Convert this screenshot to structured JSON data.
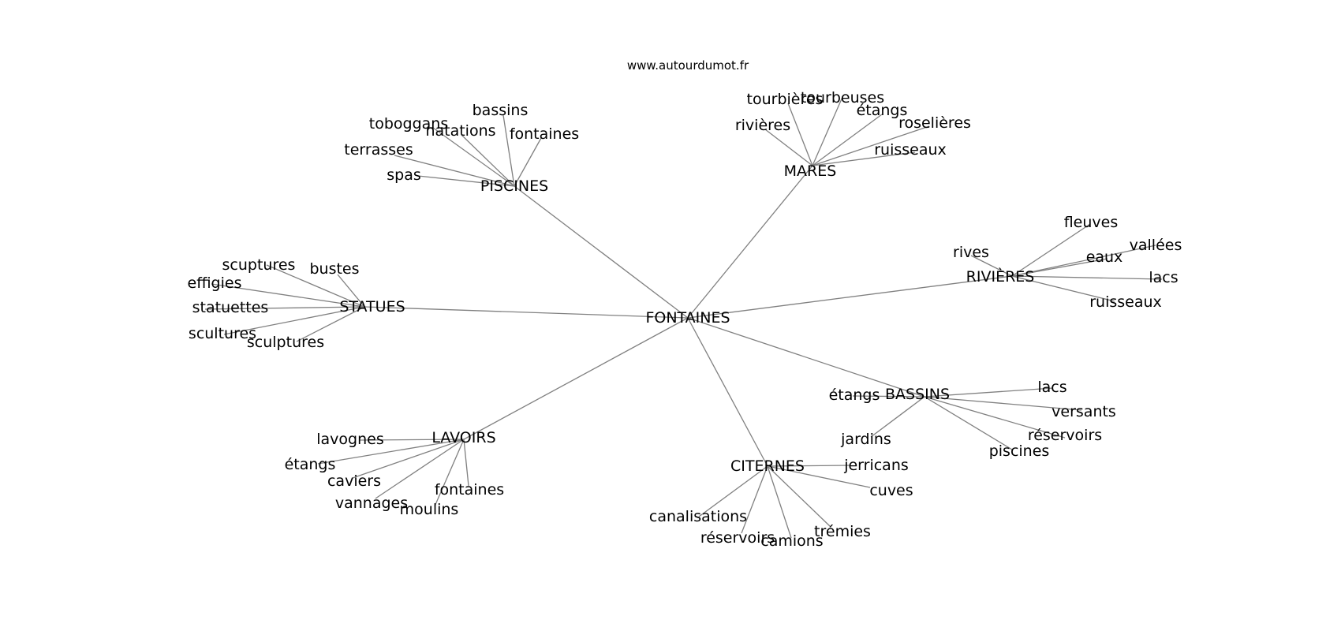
{
  "site": "www.autourdumot.fr",
  "graph": {
    "root": "FONTAINES",
    "clusters": [
      {
        "label": "PISCINES",
        "leaves": [
          "bassins",
          "natations",
          "toboggans",
          "fontaines",
          "terrasses",
          "spas"
        ]
      },
      {
        "label": "MARES",
        "leaves": [
          "tourbières",
          "tourbeuses",
          "étangs",
          "rivières",
          "roselières",
          "ruisseaux"
        ]
      },
      {
        "label": "RIVIÈRES",
        "leaves": [
          "fleuves",
          "vallées",
          "rives",
          "eaux",
          "lacs",
          "ruisseaux"
        ]
      },
      {
        "label": "BASSINS",
        "leaves": [
          "lacs",
          "versants",
          "étangs",
          "réservoirs",
          "piscines",
          "jardins"
        ]
      },
      {
        "label": "CITERNES",
        "leaves": [
          "jerricans",
          "cuves",
          "trémies",
          "camions",
          "réservoirs",
          "canalisations"
        ]
      },
      {
        "label": "LAVOIRS",
        "leaves": [
          "lavognes",
          "étangs",
          "caviers",
          "vannages",
          "moulins",
          "fontaines"
        ]
      },
      {
        "label": "STATUES",
        "leaves": [
          "bustes",
          "scuptures",
          "effigies",
          "statuettes",
          "scultures",
          "sculptures"
        ]
      }
    ]
  },
  "colors": {
    "edge": "#808080",
    "text": "#000000",
    "background": "#ffffff"
  }
}
